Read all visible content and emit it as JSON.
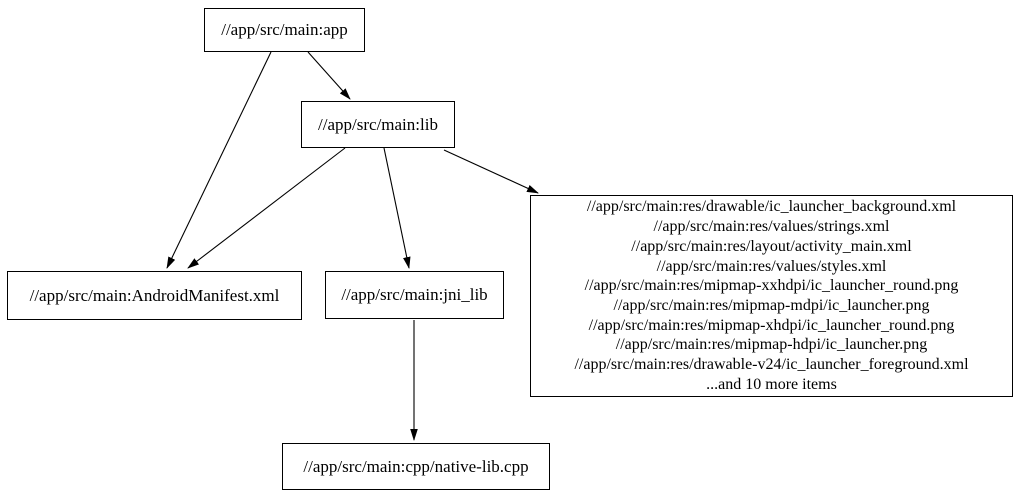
{
  "diagram": {
    "type": "dependency-graph",
    "colors": {
      "background": "#ffffff",
      "node_border": "#000000",
      "text": "#000000",
      "edge": "#000000"
    },
    "nodes": {
      "app": {
        "label": "//app/src/main:app"
      },
      "lib": {
        "label": "//app/src/main:lib"
      },
      "android_manifest": {
        "label": "//app/src/main:AndroidManifest.xml"
      },
      "jni_lib": {
        "label": "//app/src/main:jni_lib"
      },
      "res_group": {
        "lines": [
          "//app/src/main:res/drawable/ic_launcher_background.xml",
          "//app/src/main:res/values/strings.xml",
          "//app/src/main:res/layout/activity_main.xml",
          "//app/src/main:res/values/styles.xml",
          "//app/src/main:res/mipmap-xxhdpi/ic_launcher_round.png",
          "//app/src/main:res/mipmap-mdpi/ic_launcher.png",
          "//app/src/main:res/mipmap-xhdpi/ic_launcher_round.png",
          "//app/src/main:res/mipmap-hdpi/ic_launcher.png",
          "//app/src/main:res/drawable-v24/ic_launcher_foreground.xml",
          "...and 10 more items"
        ]
      },
      "native_lib_cpp": {
        "label": "//app/src/main:cpp/native-lib.cpp"
      }
    },
    "edges": [
      {
        "from": "app",
        "to": "lib"
      },
      {
        "from": "app",
        "to": "android_manifest"
      },
      {
        "from": "lib",
        "to": "android_manifest"
      },
      {
        "from": "lib",
        "to": "jni_lib"
      },
      {
        "from": "lib",
        "to": "res_group"
      },
      {
        "from": "jni_lib",
        "to": "native_lib_cpp"
      }
    ]
  }
}
